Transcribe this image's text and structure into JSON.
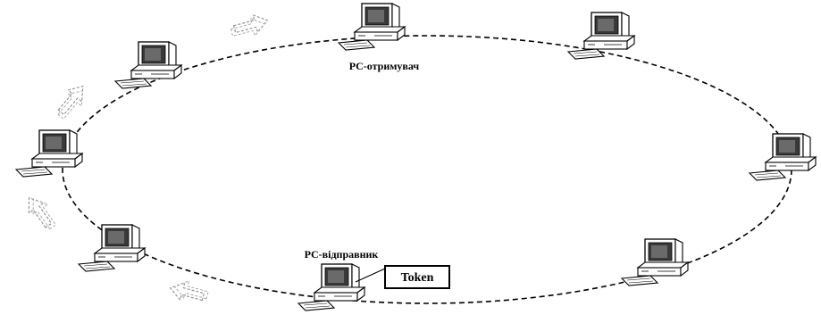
{
  "labels": {
    "receiver": "PC-отримувач",
    "sender": "PC-відправник",
    "token": "Token"
  },
  "colors": {
    "stroke": "#000000",
    "screen": "#3a3a3a",
    "body": "#ffffff",
    "arrow": "#8a8a8a"
  },
  "icons": [
    "computer-icon",
    "token-box",
    "direction-arrow-icon"
  ]
}
